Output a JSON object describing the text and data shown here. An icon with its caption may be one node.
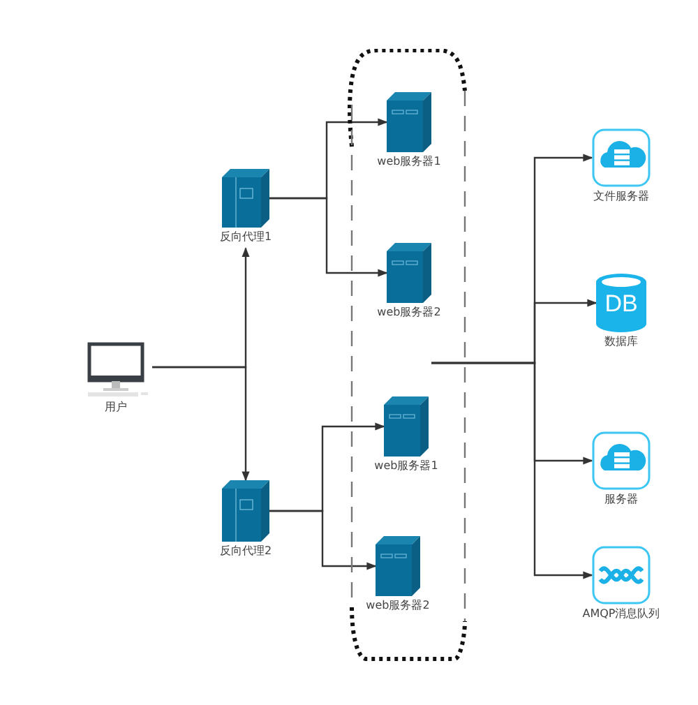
{
  "diagram": {
    "nodes": [
      {
        "text": [
          "用户"
        ]
      },
      {
        "text": [
          "反向代理1"
        ]
      },
      {
        "text": [
          "反向代理2"
        ]
      },
      {
        "text": [],
        "shape": "box"
      },
      {
        "text": [
          "web服务器1"
        ],
        "in": 3
      },
      {
        "text": [
          "web服务器2"
        ],
        "in": 3
      },
      {
        "text": [
          "web服务器1"
        ],
        "in": 3
      },
      {
        "text": [
          "web服务器2"
        ],
        "in": 3
      },
      {
        "text": [
          "文件服务器"
        ]
      },
      {
        "text": [
          "DB",
          "数据库"
        ]
      },
      {
        "text": [
          "服务器"
        ]
      },
      {
        "text": [
          "AMQP消息队列"
        ]
      }
    ],
    "edges": [
      {
        "from": 0,
        "to": 1,
        "arrow": "to"
      },
      {
        "from": 0,
        "to": 2,
        "arrow": "to"
      },
      {
        "from": 1,
        "to": 4,
        "arrow": "to"
      },
      {
        "from": 1,
        "to": 5,
        "arrow": "to"
      },
      {
        "from": 2,
        "to": 6,
        "arrow": "to"
      },
      {
        "from": 2,
        "to": 7,
        "arrow": "to"
      },
      {
        "from": 3,
        "to": 8,
        "arrow": "to"
      },
      {
        "from": 3,
        "to": 9,
        "arrow": "to"
      },
      {
        "from": 3,
        "to": 10,
        "arrow": "to"
      },
      {
        "from": 3,
        "to": 11,
        "arrow": "to"
      }
    ]
  }
}
